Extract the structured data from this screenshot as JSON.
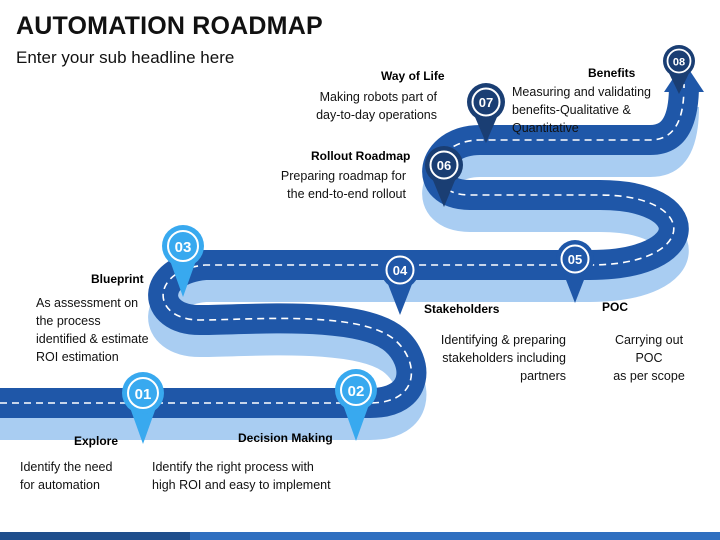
{
  "title": "AUTOMATION ROADMAP",
  "subtitle": "Enter your sub headline here",
  "colors": {
    "road_dark": "#1f57a8",
    "road_light": "#9ec3ee",
    "road_mid": "#3a78c9"
  },
  "steps": [
    {
      "num": "01",
      "label": "Explore",
      "desc": [
        "Identify the need",
        "for automation"
      ]
    },
    {
      "num": "02",
      "label": "Decision Making",
      "desc": [
        "Identify the right process with",
        "high ROI and easy to implement"
      ]
    },
    {
      "num": "03",
      "label": "Blueprint",
      "desc": [
        "As assessment on",
        "the process",
        "identified & estimate",
        "ROI estimation"
      ]
    },
    {
      "num": "04",
      "label": "Stakeholders",
      "desc": [
        "Identifying & preparing",
        "stakeholders including",
        "partners"
      ]
    },
    {
      "num": "05",
      "label": "POC",
      "desc": [
        "Carrying out POC",
        "as per scope"
      ]
    },
    {
      "num": "06",
      "label": "Rollout Roadmap",
      "desc": [
        "Preparing roadmap for",
        "the end-to-end rollout"
      ]
    },
    {
      "num": "07",
      "label": "Way of Life",
      "desc": [
        "Making robots part of",
        "day-to-day operations"
      ]
    },
    {
      "num": "08",
      "label": "Benefits",
      "desc": [
        "Measuring and validating",
        "benefits-Qualitative &",
        "Quantitative"
      ]
    }
  ]
}
